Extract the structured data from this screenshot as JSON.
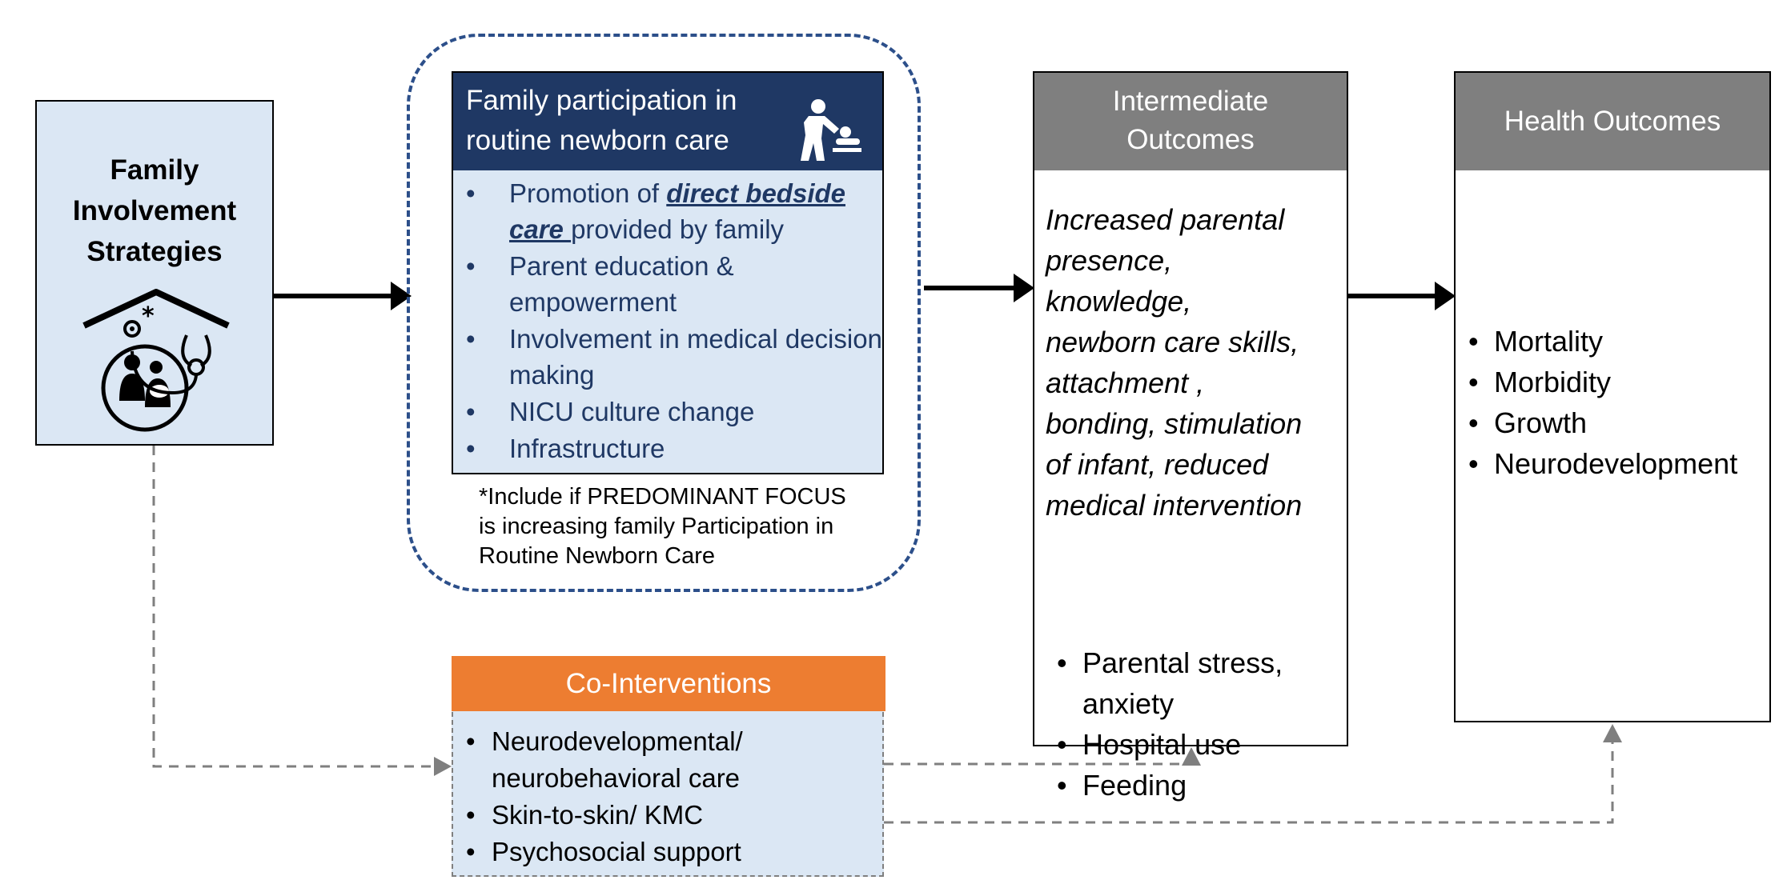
{
  "family_strategies": {
    "title": "Family\nInvolvement\nStrategies",
    "icon": "family-home-health-icon"
  },
  "family_participation": {
    "title": "Family participation in\nroutine newborn care",
    "icon": "parent-changing-baby-icon",
    "item1_prefix": "Promotion of ",
    "item1_emphasis": "direct bedside care ",
    "item1_suffix": "provided by family",
    "items": [
      "Parent education & empowerment",
      "Involvement in medical decision making",
      "NICU culture change",
      "Infrastructure"
    ],
    "note": "*Include if PREDOMINANT FOCUS\nis increasing family Participation in\nRoutine Newborn Care"
  },
  "intermediate_outcomes": {
    "title": "Intermediate\nOutcomes",
    "italic_text": "Increased parental\npresence,\nknowledge,\nnewborn care skills,\nattachment ,\nbonding, stimulation\nof infant, reduced\nmedical intervention",
    "items": [
      "Parental stress,\nanxiety",
      "Hospital use",
      "Feeding"
    ]
  },
  "health_outcomes": {
    "title": "Health Outcomes",
    "items": [
      "Mortality",
      "Morbidity",
      "Growth",
      "Neurodevelopment"
    ]
  },
  "co_interventions": {
    "title": "Co-Interventions",
    "items": [
      "Neurodevelopmental/\nneurobehavioral care",
      "Skin-to-skin/ KMC",
      "Psychosocial support"
    ]
  },
  "colors": {
    "light_blue_fill": "#dbe7f4",
    "navy": "#1f3864",
    "dashed_frame": "#2c4f8a",
    "gray_header": "#7f7f7f",
    "orange_header": "#ed7d31"
  }
}
